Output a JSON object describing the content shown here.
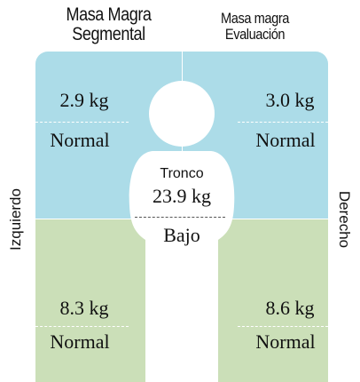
{
  "header": {
    "left_title_line1": "Masa Magra",
    "left_title_line2": "Segmental",
    "right_title_line1": "Masa magra",
    "right_title_line2": "Evaluación"
  },
  "sides": {
    "left": "Izquierdo",
    "right": "Derecho"
  },
  "colors": {
    "upper_panel": "#acdce8",
    "lower_panel": "#cbdfb8",
    "body": "#ffffff"
  },
  "segments": {
    "left_arm": {
      "value": "2.9 kg",
      "status": "Normal"
    },
    "right_arm": {
      "value": "3.0 kg",
      "status": "Normal"
    },
    "trunk": {
      "label": "Tronco",
      "value": "23.9 kg",
      "status": "Bajo"
    },
    "left_leg": {
      "value": "8.3 kg",
      "status": "Normal"
    },
    "right_leg": {
      "value": "8.6 kg",
      "status": "Normal"
    }
  }
}
